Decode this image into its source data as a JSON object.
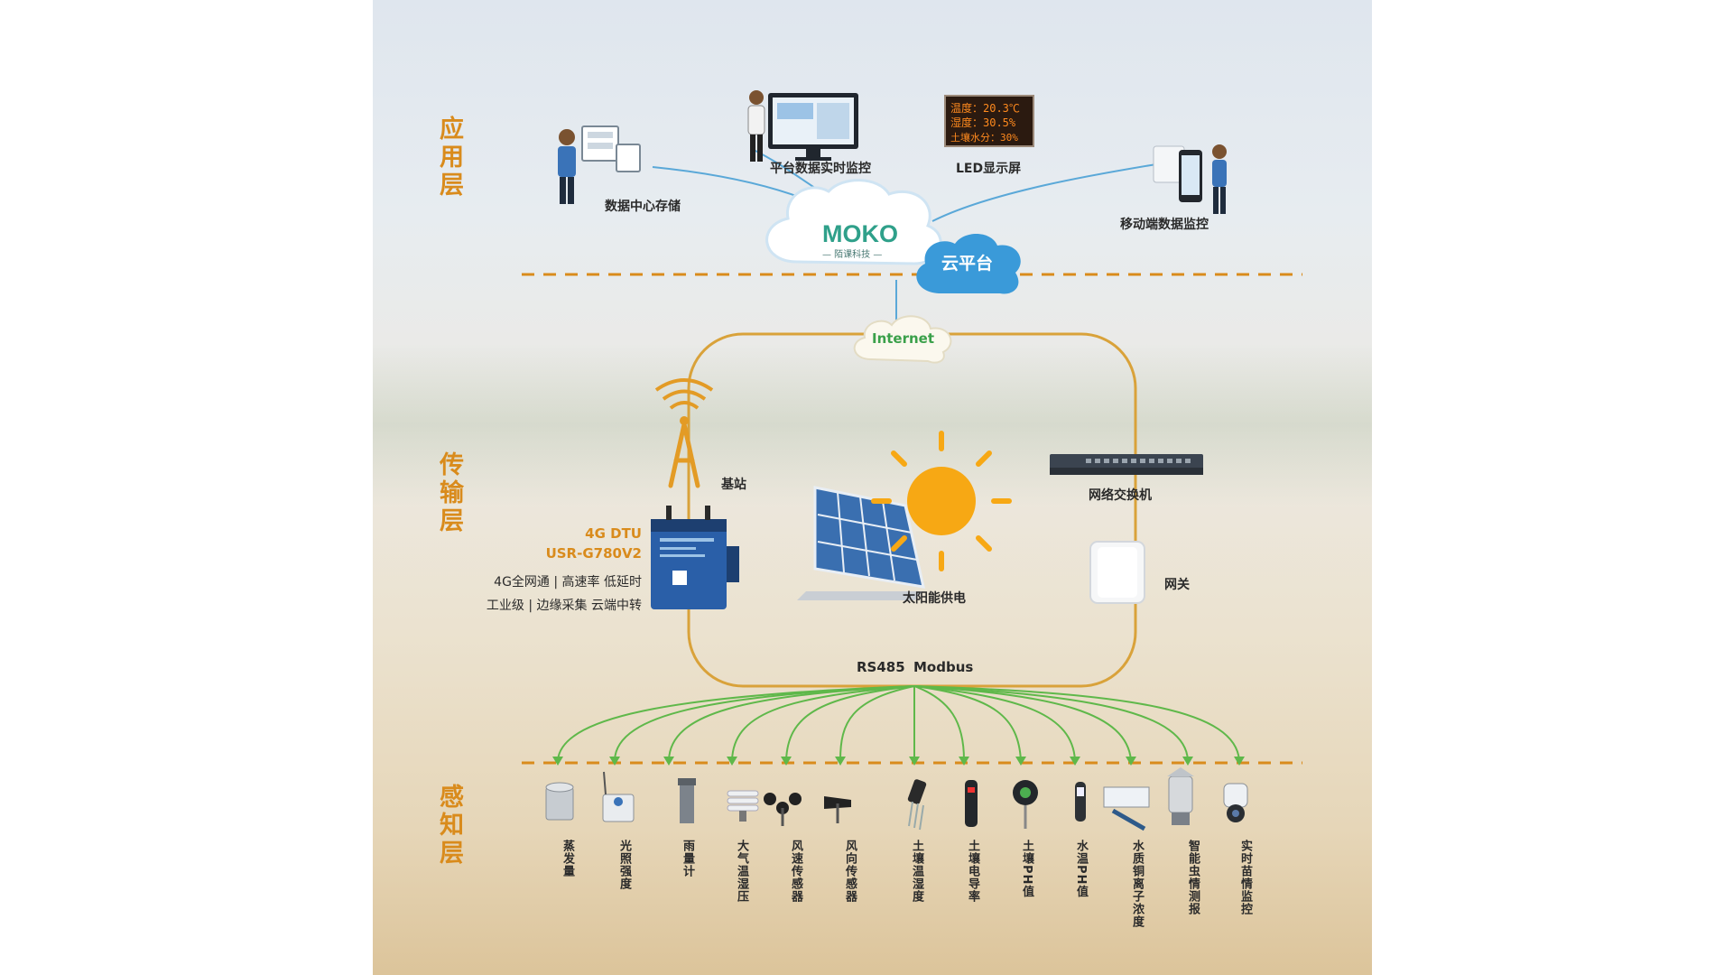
{
  "layers": {
    "application": "应用层",
    "transport": "传输层",
    "perception": "感知层"
  },
  "app_nodes": {
    "datacenter": "数据中心存储",
    "platform": "平台数据实时监控",
    "led": "LED显示屏",
    "mobile": "移动端数据监控"
  },
  "led_screen": {
    "line1": "温度：20.3℃",
    "line2": "湿度：30.5%",
    "line3": "土壤水分：30%"
  },
  "cloud": {
    "brand": "MOKO",
    "brand_sub": "— 陌课科技 —",
    "label": "云平台"
  },
  "internet": "Internet",
  "transport_nodes": {
    "base_station": "基站",
    "switch": "网络交换机",
    "solar": "太阳能供电",
    "gateway": "网关"
  },
  "dtu": {
    "title1": "4G DTU",
    "title2": "USR-G780V2",
    "desc1": "4G全网通 | 高速率 低延时",
    "desc2": "工业级 | 边缘采集 云端中转"
  },
  "bus": {
    "rs485": "RS485",
    "modbus": "Modbus"
  },
  "sensors": [
    "蒸发量",
    "光照强度",
    "雨量计",
    "大气温湿压",
    "风速传感器",
    "风向传感器",
    "土壤温湿度",
    "土壤电导率",
    "土壤PH值",
    "水温PH值",
    "水质铜离子浓度",
    "智能虫情测报",
    "实时苗情监控"
  ],
  "colors": {
    "accent": "#d98b1c",
    "line_blue": "#5aa8d8",
    "line_green": "#5fb84a",
    "cloud_blue": "#3a9ad9",
    "moko_green": "#2fa08a"
  }
}
